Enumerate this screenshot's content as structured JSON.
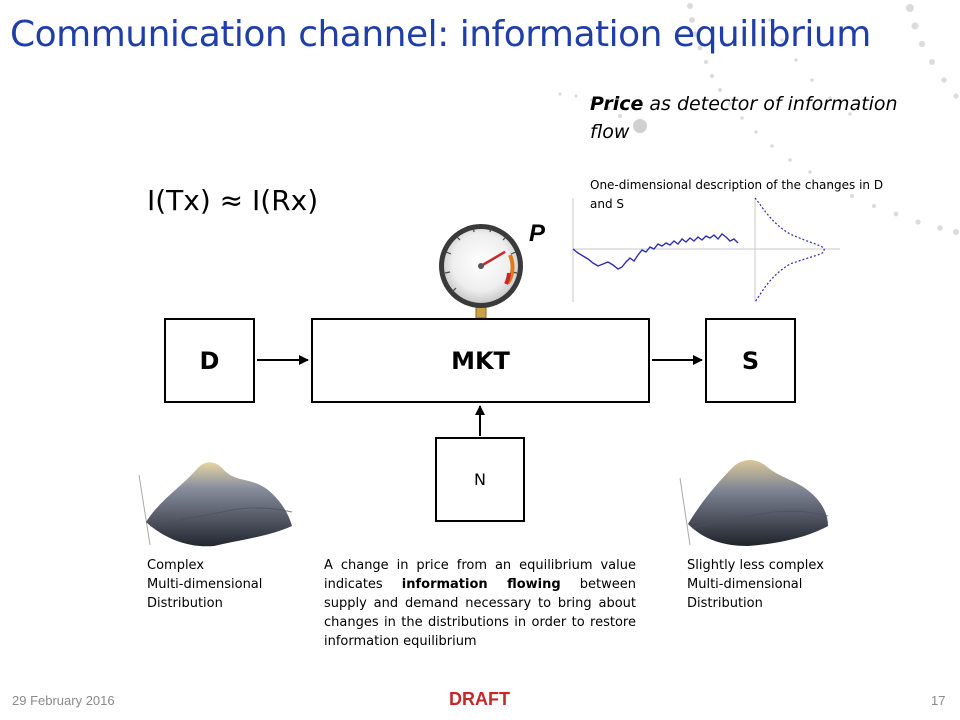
{
  "slide": {
    "title": "Communication channel: information equilibrium"
  },
  "price_note": {
    "heading_bold": "Price",
    "heading_rest": " as detector of information flow",
    "sub": "One-dimensional description of the changes in D and S"
  },
  "equation": "I(Tx) ≈ I(Rx)",
  "gauge": {
    "label": "P",
    "needle_level": 0.72
  },
  "diagram": {
    "boxes": {
      "demand": "D",
      "market": "MKT",
      "supply": "S",
      "noise": "N"
    }
  },
  "captions": {
    "left": [
      "Complex",
      "Multi-dimensional",
      "Distribution"
    ],
    "right": [
      "Slightly less complex",
      "Multi-dimensional",
      "Distribution"
    ],
    "middle_before": "A change in price from an equilibrium value indicates ",
    "middle_bold": "information flowing",
    "middle_after": " between supply and demand necessary to bring about changes in the distributions in order to restore information equilibrium"
  },
  "footer": {
    "date": "29 February 2016",
    "status": "DRAFT",
    "page": "17"
  },
  "colors": {
    "title": "#1f3ea8",
    "series": "#2c2cb8",
    "draft": "#c62828",
    "footer": "#8a8a8a"
  },
  "icons": [
    "pressure-gauge-icon",
    "surface-plot-complex",
    "surface-plot-less-complex"
  ]
}
